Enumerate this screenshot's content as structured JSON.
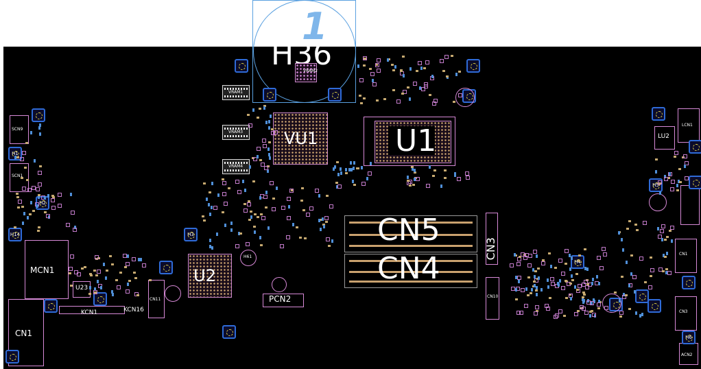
{
  "colors": {
    "board": "#000000",
    "outline": "#d88ad8",
    "pad": "#c9a16e",
    "hole": "#2f6bd8",
    "zoom_marker": "#5aa0e0"
  },
  "zoom": {
    "marker": "1",
    "label": "H36"
  },
  "major_parts": {
    "cpu": "U1",
    "gpu": "VU1",
    "pch": "U2",
    "dimm_top": "CN5",
    "dimm_bottom": "CN4",
    "dimm_side": "CN3",
    "power_connector": "PCN2",
    "bottom_left_connector": "CN1",
    "mcn": "MCN1",
    "left_chip": "U23",
    "right_chip": "LU2"
  },
  "connectors": {
    "kcn1": "KCN1",
    "kcn16": "KCN16",
    "scn9": "SCN9",
    "scn1": "SCN1",
    "cn11": "CN11",
    "cn10": "CN10",
    "lcn1": "LCN1",
    "acn2": "ACN2",
    "vcn3": "CN3",
    "rcn1": "CN1"
  },
  "vram": {
    "vram1": "VRAM1",
    "vram3": "VRAM3",
    "vram4": "VRAM4",
    "vram2": "VRAM2"
  },
  "holes": {
    "h1": "H1",
    "h2": "H2",
    "h3": "H3",
    "h4": "H4",
    "h5": "H5",
    "h6": "H6",
    "h61": "H61",
    "h14": "H14"
  }
}
